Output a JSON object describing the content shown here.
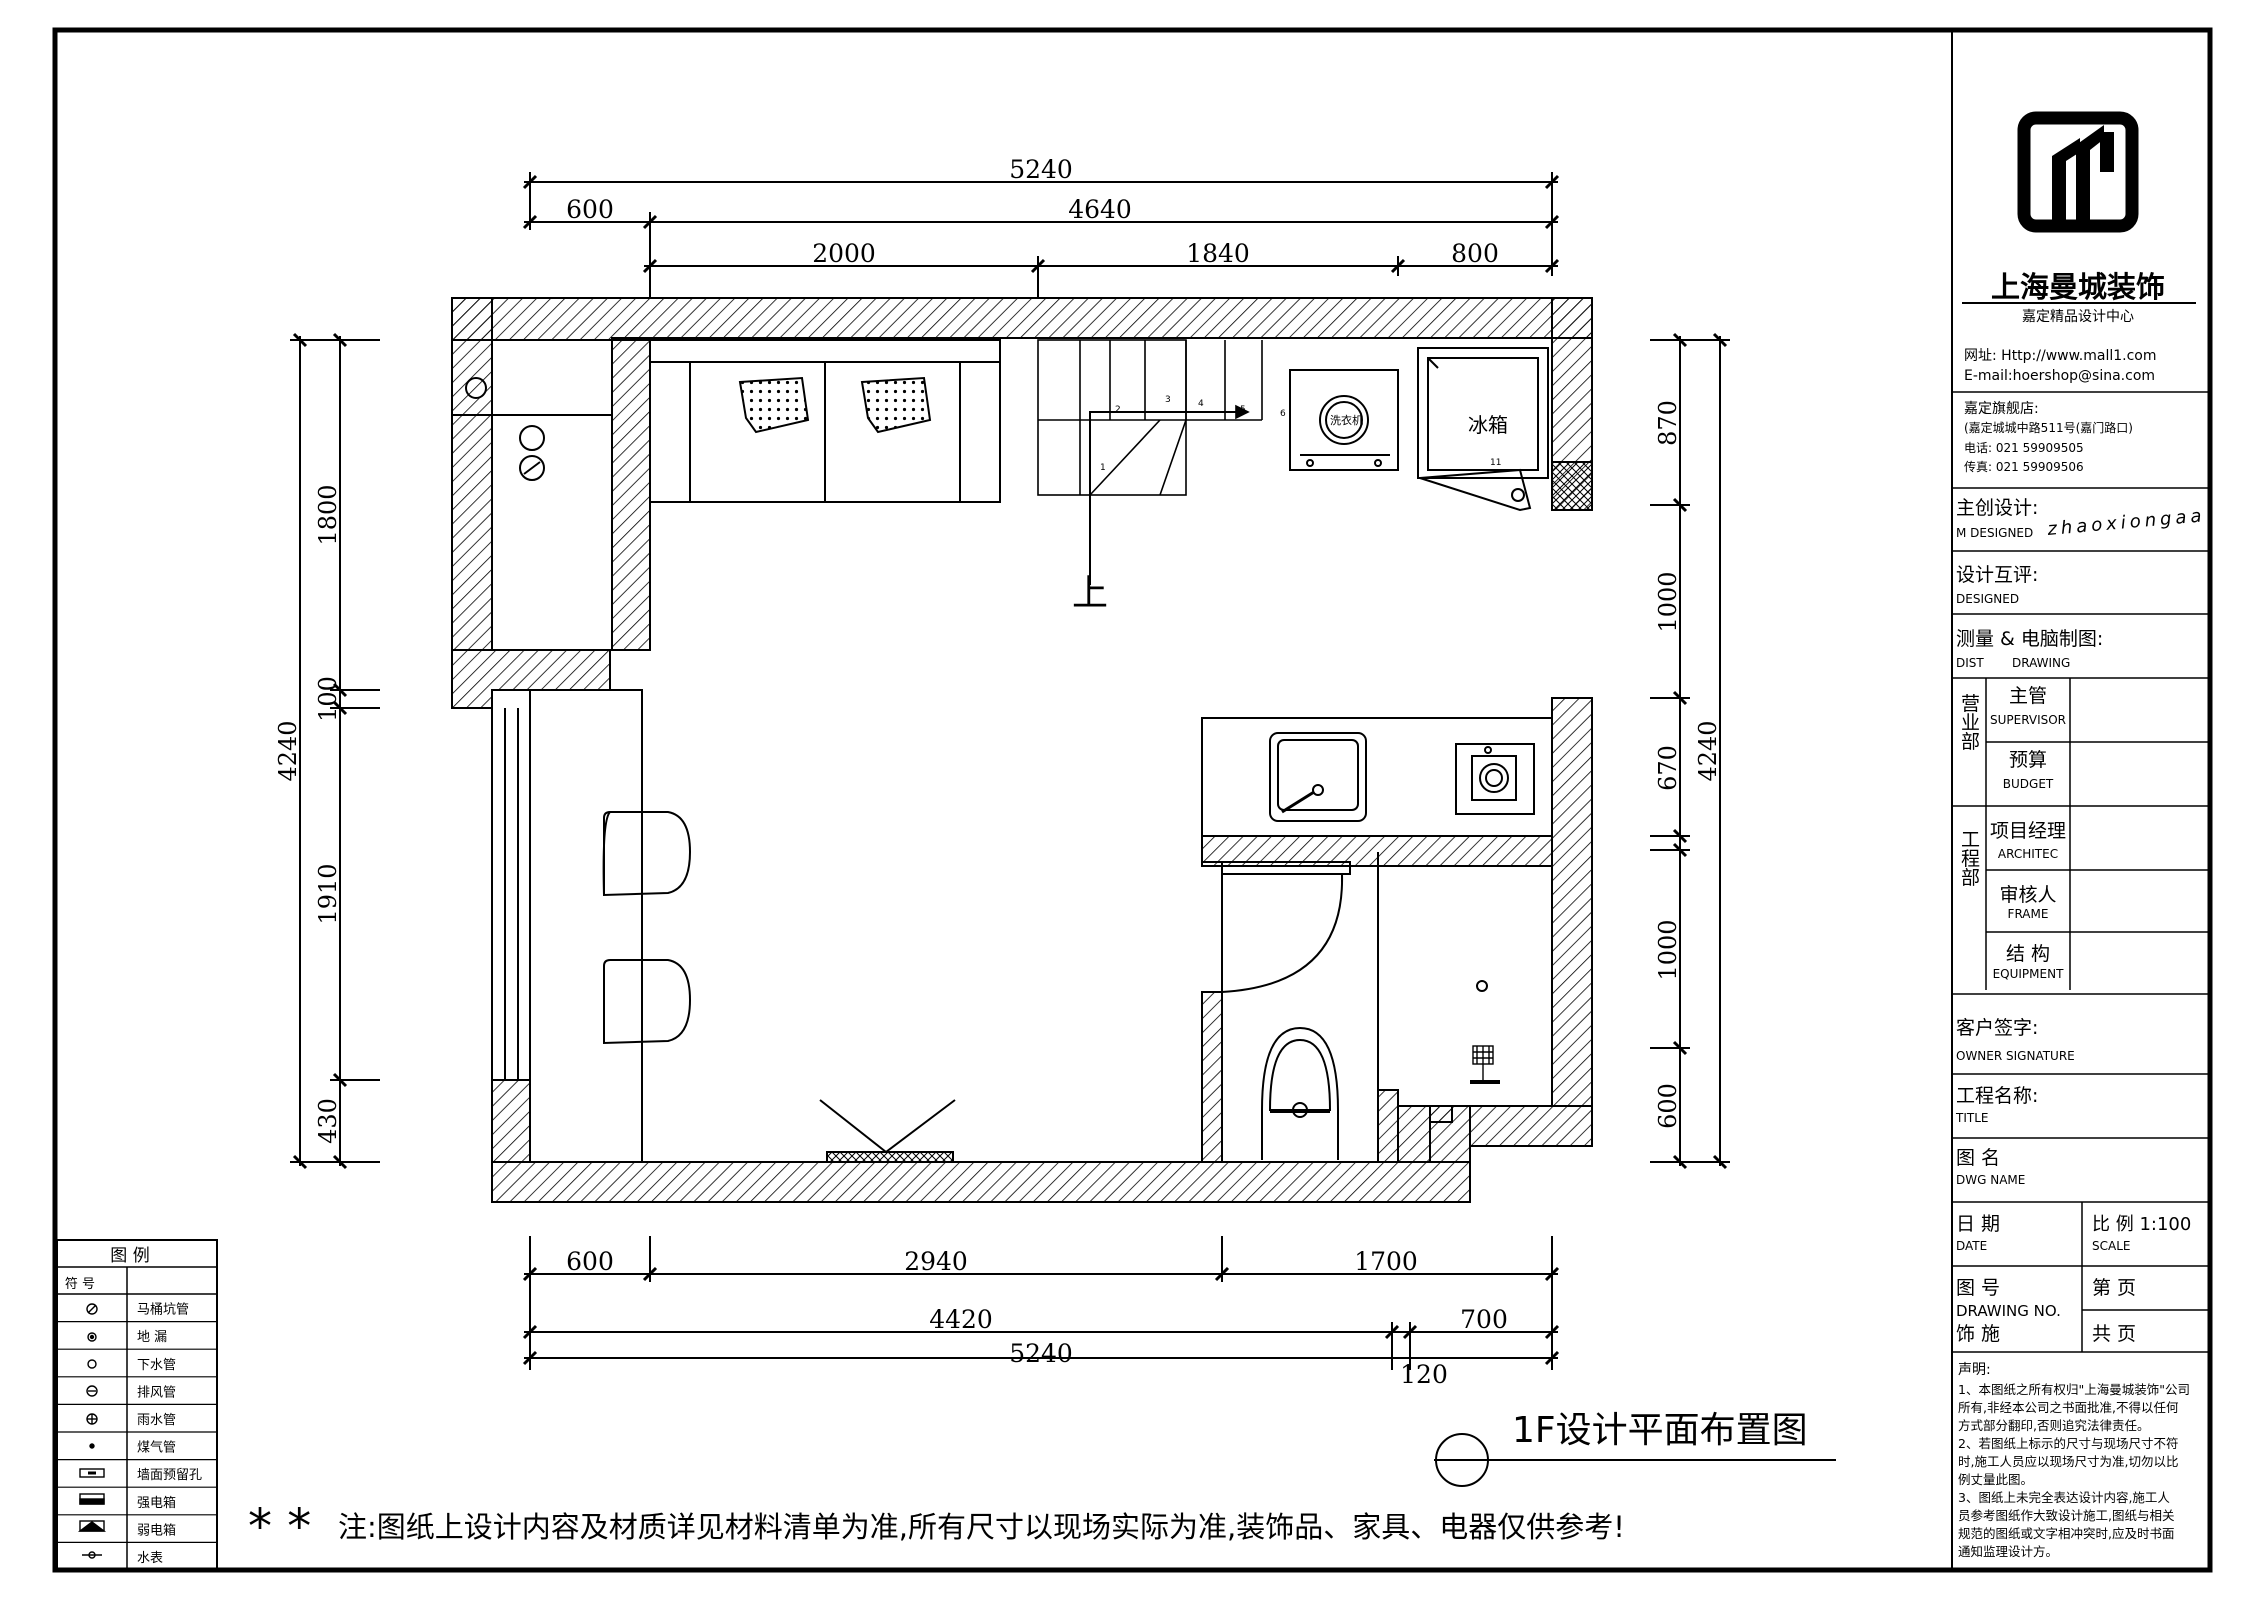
{
  "company": {
    "name": "上海曼城装饰",
    "sub": "嘉定精品设计中心",
    "website": "网址: Http://www.mall1.com",
    "email": "E-mail:hoershop@sina.com",
    "shop_title": "嘉定旗舰店:",
    "shop_addr": "(嘉定城城中路511号(嘉门路口)",
    "phone": "电话: 021 59909505",
    "fax": "传真: 021 59909506"
  },
  "title_block": {
    "chief_designer_cn": "主创设计:",
    "chief_designer_en": "M DESIGNED",
    "designer_signature": "zhaoxiongaa",
    "design_review_cn": "设计互评:",
    "design_review_en": "DESIGNED",
    "survey_cn": "测量 & 电脑制图:",
    "survey_en_1": "DIST",
    "survey_en_2": "DRAWING",
    "dept_sales": "营业部",
    "supervisor_cn": "主管",
    "supervisor_en": "SUPERVISOR",
    "budget_cn": "预算",
    "budget_en": "BUDGET",
    "dept_eng": "工程部",
    "pm_cn": "项目经理",
    "pm_en": "ARCHITEC",
    "reviewer_cn": "审核人",
    "reviewer_en": "FRAME",
    "structure_cn": "结 构",
    "structure_en": "EQUIPMENT",
    "owner_cn": "客户签字:",
    "owner_en": "OWNER SIGNATURE",
    "project_cn": "工程名称:",
    "project_en": "TITLE",
    "dwgname_cn": "图 名",
    "dwgname_en": "DWG NAME",
    "date_cn": "日 期",
    "date_en": "DATE",
    "scale_cn": "比 例  1:100",
    "scale_en": "SCALE",
    "dwgno_cn": "图 号",
    "dwgno_en": "DRAWING NO.",
    "decor": "饰 施",
    "page_no": "第      页",
    "page_total": "共      页",
    "notice_title": "声明:",
    "notice_lines": [
      "1、本图纸之所有权归\"上海曼城装饰\"公司",
      "所有,非经本公司之书面批准,不得以任何",
      "方式部分翻印,否则追究法律责任。",
      "2、若图纸上标示的尺寸与现场尺寸不符",
      "时,施工人员应以现场尺寸为准,切勿以比",
      "例丈量此图。",
      "3、图纸上未完全表达设计内容,施工人",
      "员参考图纸作大致设计施工,图纸与相关",
      "规范的图纸或文字相冲突时,应及时书面",
      "通知监理设计方。"
    ]
  },
  "dims": {
    "top_total": "5240",
    "top_600": "600",
    "top_4640": "4640",
    "top_2000": "2000",
    "top_1840": "1840",
    "top_800": "800",
    "left_4240": "4240",
    "left_1800": "1800",
    "left_100": "100",
    "left_1910": "1910",
    "left_430": "430",
    "right_870": "870",
    "right_1000a": "1000",
    "right_670": "670",
    "right_4240": "4240",
    "right_1000b": "1000",
    "right_600": "600",
    "bot_600": "600",
    "bot_2940": "2940",
    "bot_1700": "1700",
    "bot_4420": "4420",
    "bot_700": "700",
    "bot_5240": "5240",
    "bot_120": "120"
  },
  "plan": {
    "stair_up": "上",
    "fridge": "冰箱",
    "washer": "洗衣机",
    "stair_steps": [
      "1",
      "2",
      "3",
      "4",
      "5",
      "6",
      "11"
    ]
  },
  "drawing_title": "1F设计平面布置图",
  "footer_note": "注:图纸上设计内容及材质详见材料清单为准,所有尺寸以现场实际为准,装饰品、家具、电器仅供参考!",
  "footer_stars": "* *",
  "legend": {
    "title": "图 例",
    "symbol_header": "符 号",
    "items": [
      "马桶坑管",
      "地 漏",
      "下水管",
      "排风管",
      "雨水管",
      "煤气管",
      "墙面预留孔",
      "强电箱",
      "弱电箱",
      "水表"
    ]
  },
  "colors": {
    "line": "#000000",
    "background": "#ffffff"
  }
}
